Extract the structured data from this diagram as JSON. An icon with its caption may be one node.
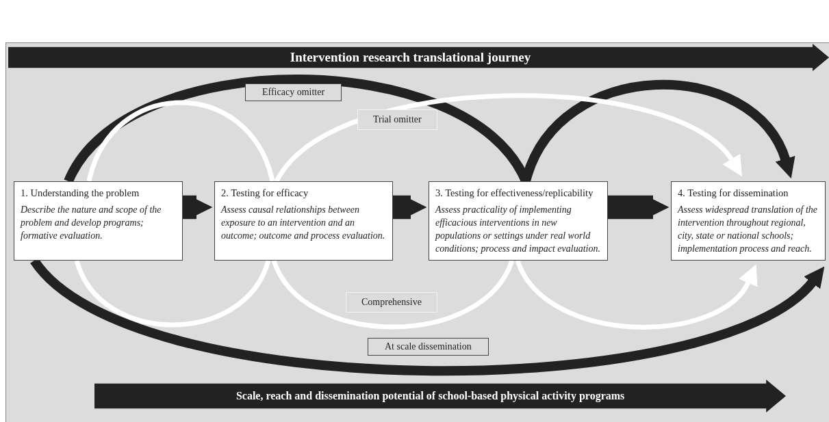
{
  "diagram": {
    "nodes": [
      {
        "text": [
          "Intervention research translational journey"
        ]
      },
      {
        "text": [
          "1. Understanding the problem",
          "Describe the nature and scope of the problem and develop programs; formative evaluation."
        ]
      },
      {
        "text": [
          "2. Testing for efficacy",
          "Assess causal relationships between exposure to an intervention and an outcome; outcome and process evaluation."
        ]
      },
      {
        "text": [
          "3. Testing for effectiveness/replicability",
          "Assess practicality of implementing efficacious interventions in new populations or settings under real world conditions; process and impact evaluation."
        ]
      },
      {
        "text": [
          "4. Testing for dissemination",
          "Assess widespread translation of the intervention throughout regional, city, state or national schools; implementation process and reach."
        ]
      },
      {
        "text": [
          "Scale, reach and dissemination potential of school-based physical activity programs"
        ]
      }
    ],
    "edges": [
      {
        "from": 1,
        "to": 3,
        "arrow": "none",
        "label": "Efficacy omitter"
      },
      {
        "from": 3,
        "to": 4,
        "arrow": "to"
      },
      {
        "from": 1,
        "to": 2,
        "arrow": "none",
        "color": "#ffffff"
      },
      {
        "from": 2,
        "to": 4,
        "arrow": "to",
        "color": "#ffffff",
        "label": "Trial omitter"
      },
      {
        "from": 1,
        "to": 2,
        "arrow": "none",
        "color": "#ffffff"
      },
      {
        "from": 2,
        "to": 3,
        "arrow": "none",
        "color": "#ffffff",
        "label": "Comprehensive"
      },
      {
        "from": 3,
        "to": 4,
        "arrow": "to",
        "color": "#ffffff"
      },
      {
        "from": 1,
        "to": 4,
        "arrow": "to",
        "label": "At scale dissemination"
      },
      {
        "from": 1,
        "to": 2,
        "arrow": "to",
        "style": "thick"
      },
      {
        "from": 2,
        "to": 3,
        "arrow": "to",
        "style": "thick"
      },
      {
        "from": 3,
        "to": 4,
        "arrow": "to",
        "style": "thick"
      }
    ]
  }
}
